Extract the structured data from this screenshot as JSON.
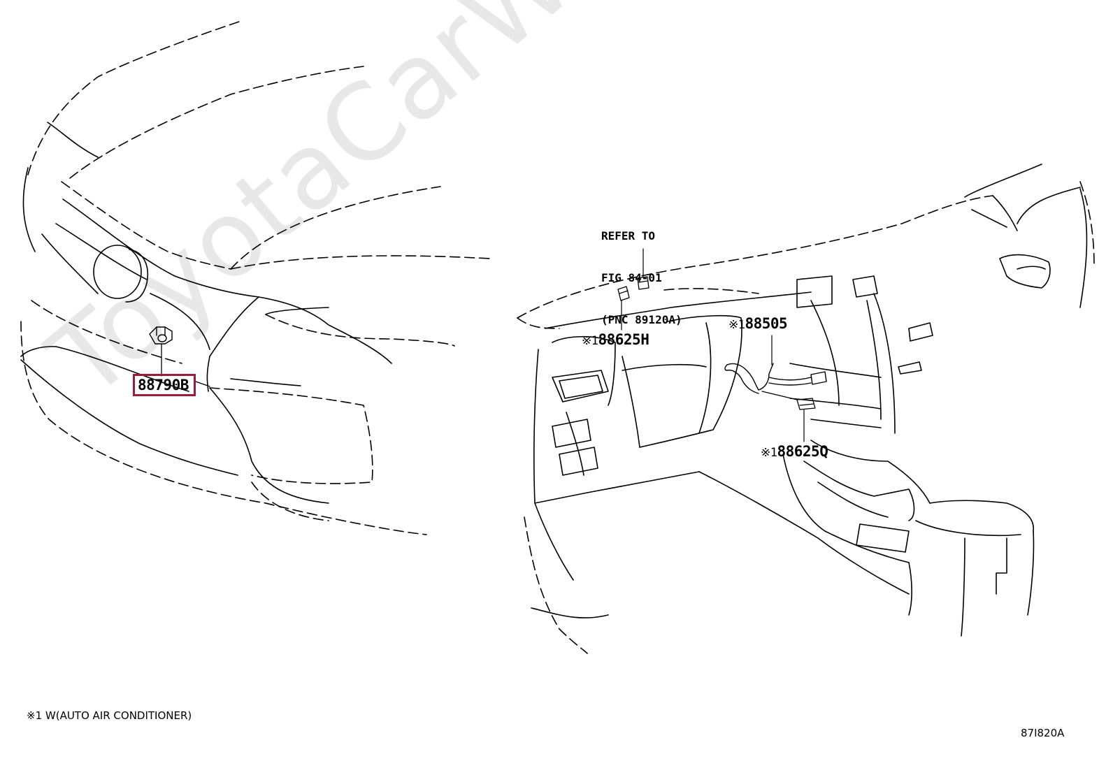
{
  "watermark": "ToyotaCarWine.ru",
  "refer_note": {
    "line1": "REFER TO",
    "line2": "FIG 84-01",
    "line3": "(PNC 89120A)"
  },
  "parts": {
    "p88790B": {
      "number": "88790B",
      "highlighted": true,
      "mark": ""
    },
    "p88625H": {
      "number": "88625H",
      "mark": "※1"
    },
    "p88505": {
      "number": "88505",
      "mark": "※1"
    },
    "p88625Q": {
      "number": "88625Q",
      "mark": "※1"
    }
  },
  "footnote": "※1 W(AUTO AIR CONDITIONER)",
  "illustration_id": "87I820A",
  "colors": {
    "highlight": "#9b1d3c",
    "line": "#000000",
    "watermark": "#e8e8e8"
  }
}
